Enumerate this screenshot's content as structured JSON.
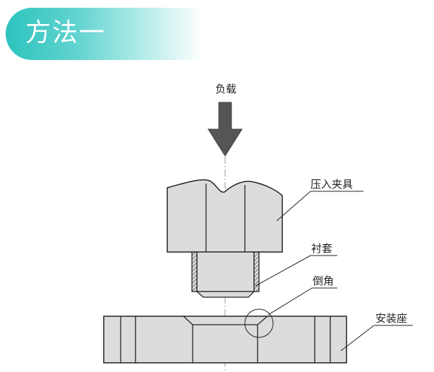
{
  "banner": {
    "title": "方法一"
  },
  "diagram": {
    "load_label": "负载",
    "labels": {
      "press_fixture": "压入夹具",
      "bushing": "衬套",
      "chamfer": "倒角",
      "mounting_seat": "安装座"
    }
  }
}
